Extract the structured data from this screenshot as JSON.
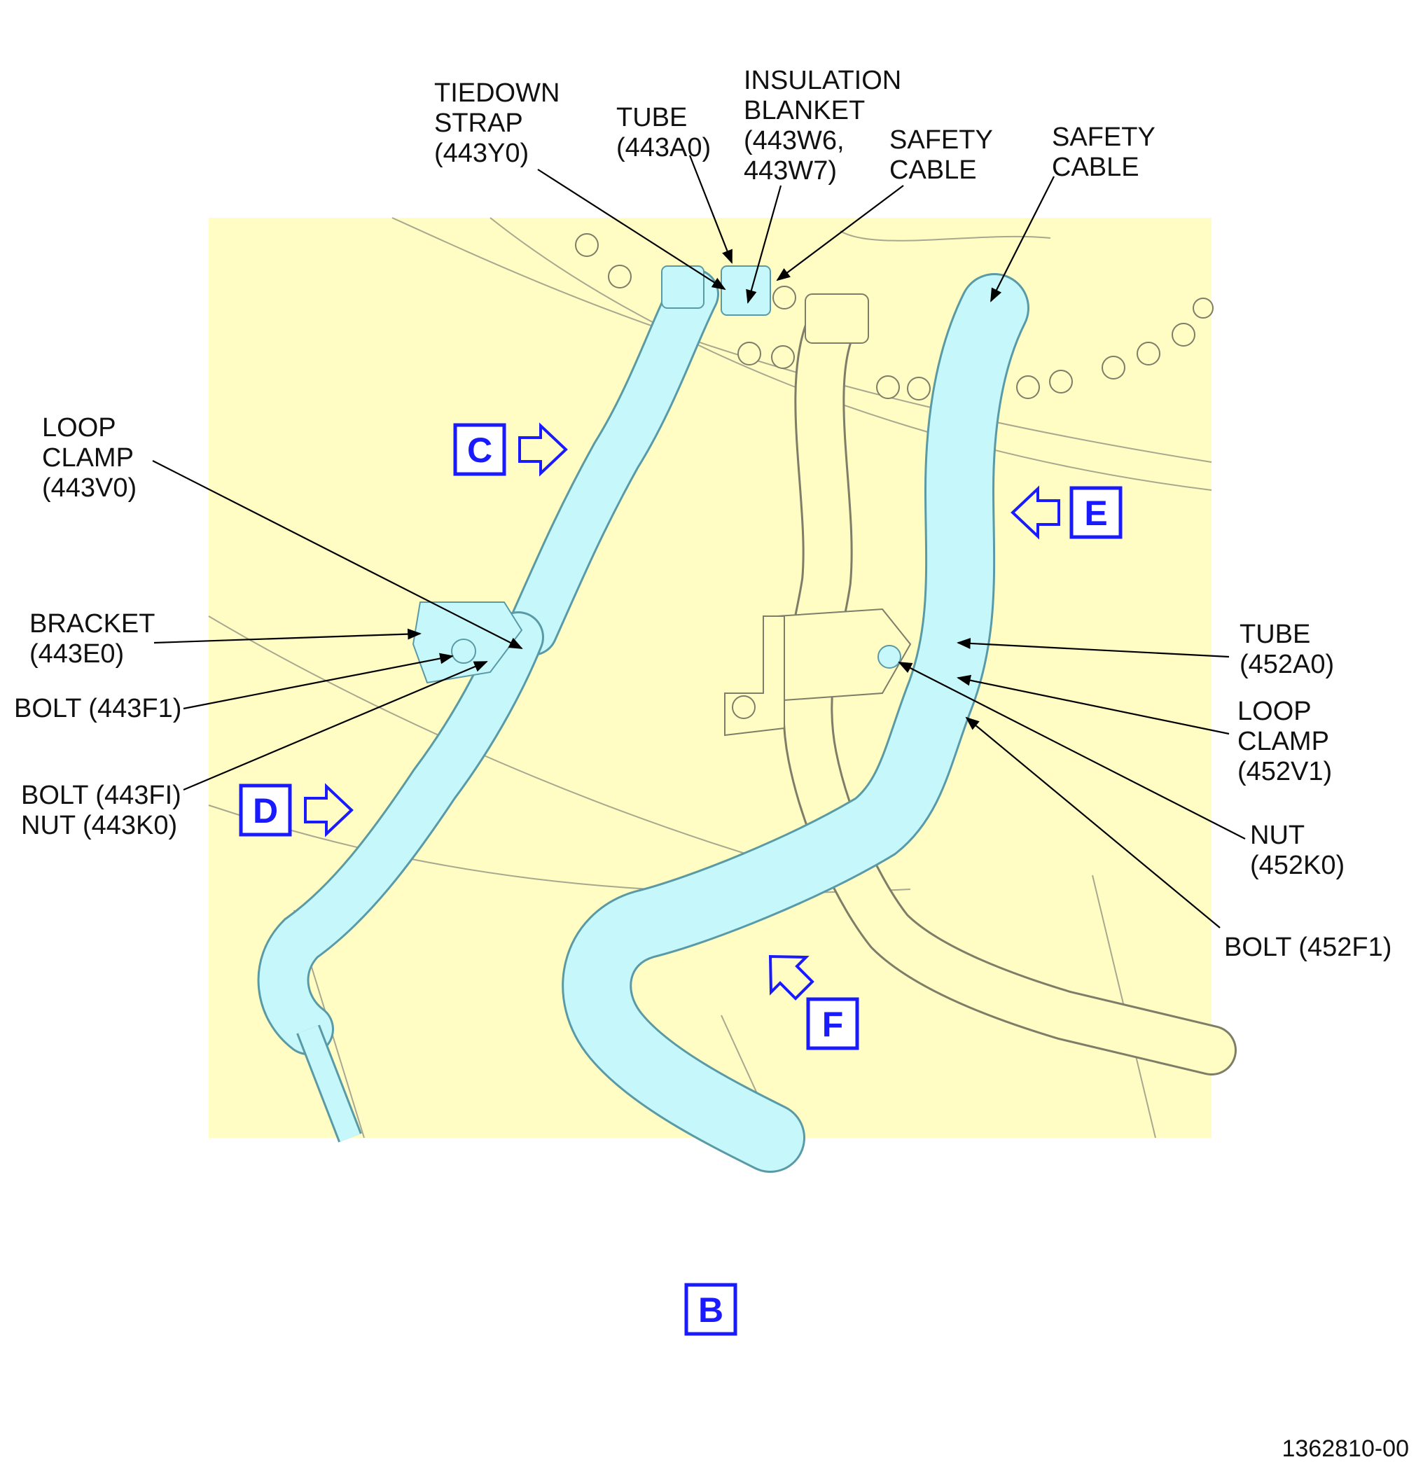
{
  "labels": {
    "tiedown_strap": [
      "TIEDOWN",
      "STRAP",
      "(443Y0)"
    ],
    "tube_443a0": [
      "TUBE",
      "(443A0)"
    ],
    "insulation_blanket": [
      "INSULATION",
      "BLANKET",
      "(443W6,",
      "443W7)"
    ],
    "safety_cable_1": [
      "SAFETY",
      "CABLE"
    ],
    "safety_cable_2": [
      "SAFETY",
      "CABLE"
    ],
    "loop_clamp_443v0": [
      "LOOP",
      "CLAMP",
      "(443V0)"
    ],
    "bracket_443e0": [
      "BRACKET",
      "(443E0)"
    ],
    "bolt_443f1": [
      "BOLT (443F1)"
    ],
    "bolt_nut_443fi": [
      "BOLT (443FI)",
      "NUT (443K0)"
    ],
    "tube_452a0": [
      "TUBE",
      "(452A0)"
    ],
    "loop_clamp_452v1": [
      "LOOP",
      "CLAMP",
      "(452V1)"
    ],
    "nut_452k0": [
      "NUT",
      "(452K0)"
    ],
    "bolt_452f1": [
      "BOLT (452F1)"
    ]
  },
  "view_markers": {
    "c": "C",
    "d": "D",
    "e": "E",
    "f": "F",
    "b": "B"
  },
  "figure_number": "1362810-00",
  "colors": {
    "background_panel": "#fffcc4",
    "tube_fill": "#c6f8fb",
    "tube_stroke": "#5a9aa6",
    "view_marker": "#1a1aff",
    "leader": "#000000",
    "linework": "#9a9a80"
  }
}
